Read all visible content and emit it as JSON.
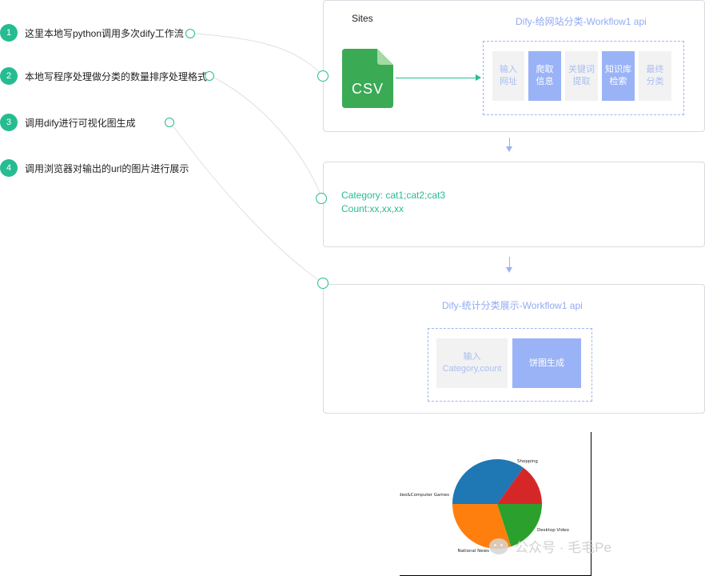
{
  "steps": [
    {
      "num": "1",
      "text": "这里本地写python调用多次dify工作流"
    },
    {
      "num": "2",
      "text": "本地写程序处理做分类的数量排序处理格式"
    },
    {
      "num": "3",
      "text": "调用dify进行可视化图生成"
    },
    {
      "num": "4",
      "text": "调用浏览器对输出的url的图片进行展示"
    }
  ],
  "panel1": {
    "sites_label": "Sites",
    "title": "Dify-给网站分类-Workflow1 api",
    "csv_label": "CSV",
    "nodes": [
      {
        "line1": "输入",
        "line2": "网址",
        "style": "grey"
      },
      {
        "line1": "爬取",
        "line2": "信息",
        "style": "blue"
      },
      {
        "line1": "关键词",
        "line2": "提取",
        "style": "grey"
      },
      {
        "line1": "知识库",
        "line2": "检索",
        "style": "blue"
      },
      {
        "line1": "最终",
        "line2": "分类",
        "style": "grey"
      }
    ]
  },
  "panel2": {
    "line1": "Category: cat1;cat2;cat3",
    "line2": "Count:xx,xx,xx"
  },
  "panel3": {
    "title": "Dify-统计分类展示-Workflow1 api",
    "node1_line1": "输入",
    "node1_line2": "Category,count",
    "node2": "饼图生成"
  },
  "chart_data": {
    "type": "pie",
    "labels": [
      "Shopping",
      "Desktop Video",
      "National News",
      "Video&Computer Games"
    ],
    "values": [
      35,
      15,
      20,
      30
    ],
    "colors": [
      "#1f77b4",
      "#d62728",
      "#2ca02c",
      "#ff7f0e"
    ]
  },
  "watermark": "公众号 · 毛毛Pe"
}
